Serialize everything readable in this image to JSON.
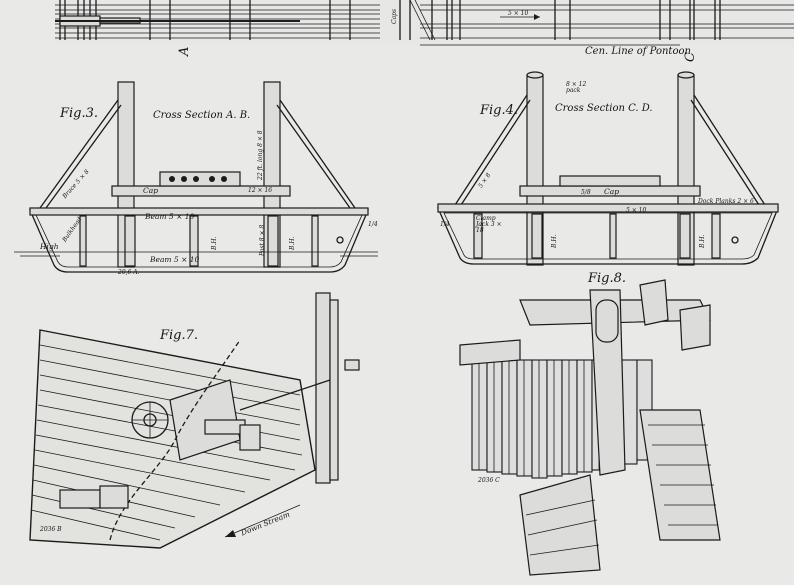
{
  "top_strip": {
    "label_a": "A",
    "label_c": "C",
    "centerline": "Cen. Line of Pontoon",
    "dim": "5 × 10",
    "caps": "Caps"
  },
  "fig3": {
    "title": "Fig.3.",
    "subtitle": "Cross Section A. B.",
    "brace": "Brace 5 × 8",
    "cap": "Cap",
    "cap_dim": "12 × 16",
    "post": "22 ft. long 8 × 8",
    "beam_top": "Beam 5 × 10",
    "beam_bottom": "Beam 5 × 10",
    "bulkhead": "Bulkhead",
    "high": "High",
    "post_label": "Post 8 × 8",
    "bh1": "B.H.",
    "bh2": "B.H.",
    "frac": "1/4",
    "signature": "20,6 A."
  },
  "fig4": {
    "title": "Fig.4.",
    "subtitle": "Cross Section C. D.",
    "pack": "8 × 12 pack",
    "brace": "5 × 8",
    "cap": "Cap",
    "deck": "Dock Planks 2 × 6",
    "clamp": "Clamp Jack 3 × 18",
    "beam": "5 × 10",
    "bh1": "B.H.",
    "bh2": "B.H.",
    "frac_left": "1/4",
    "frac_mid": "5/8"
  },
  "fig7": {
    "title": "Fig.7.",
    "arrow": "Down Stream",
    "signature": "2036 B"
  },
  "fig8": {
    "title": "Fig.8.",
    "signature": "2036 C"
  }
}
